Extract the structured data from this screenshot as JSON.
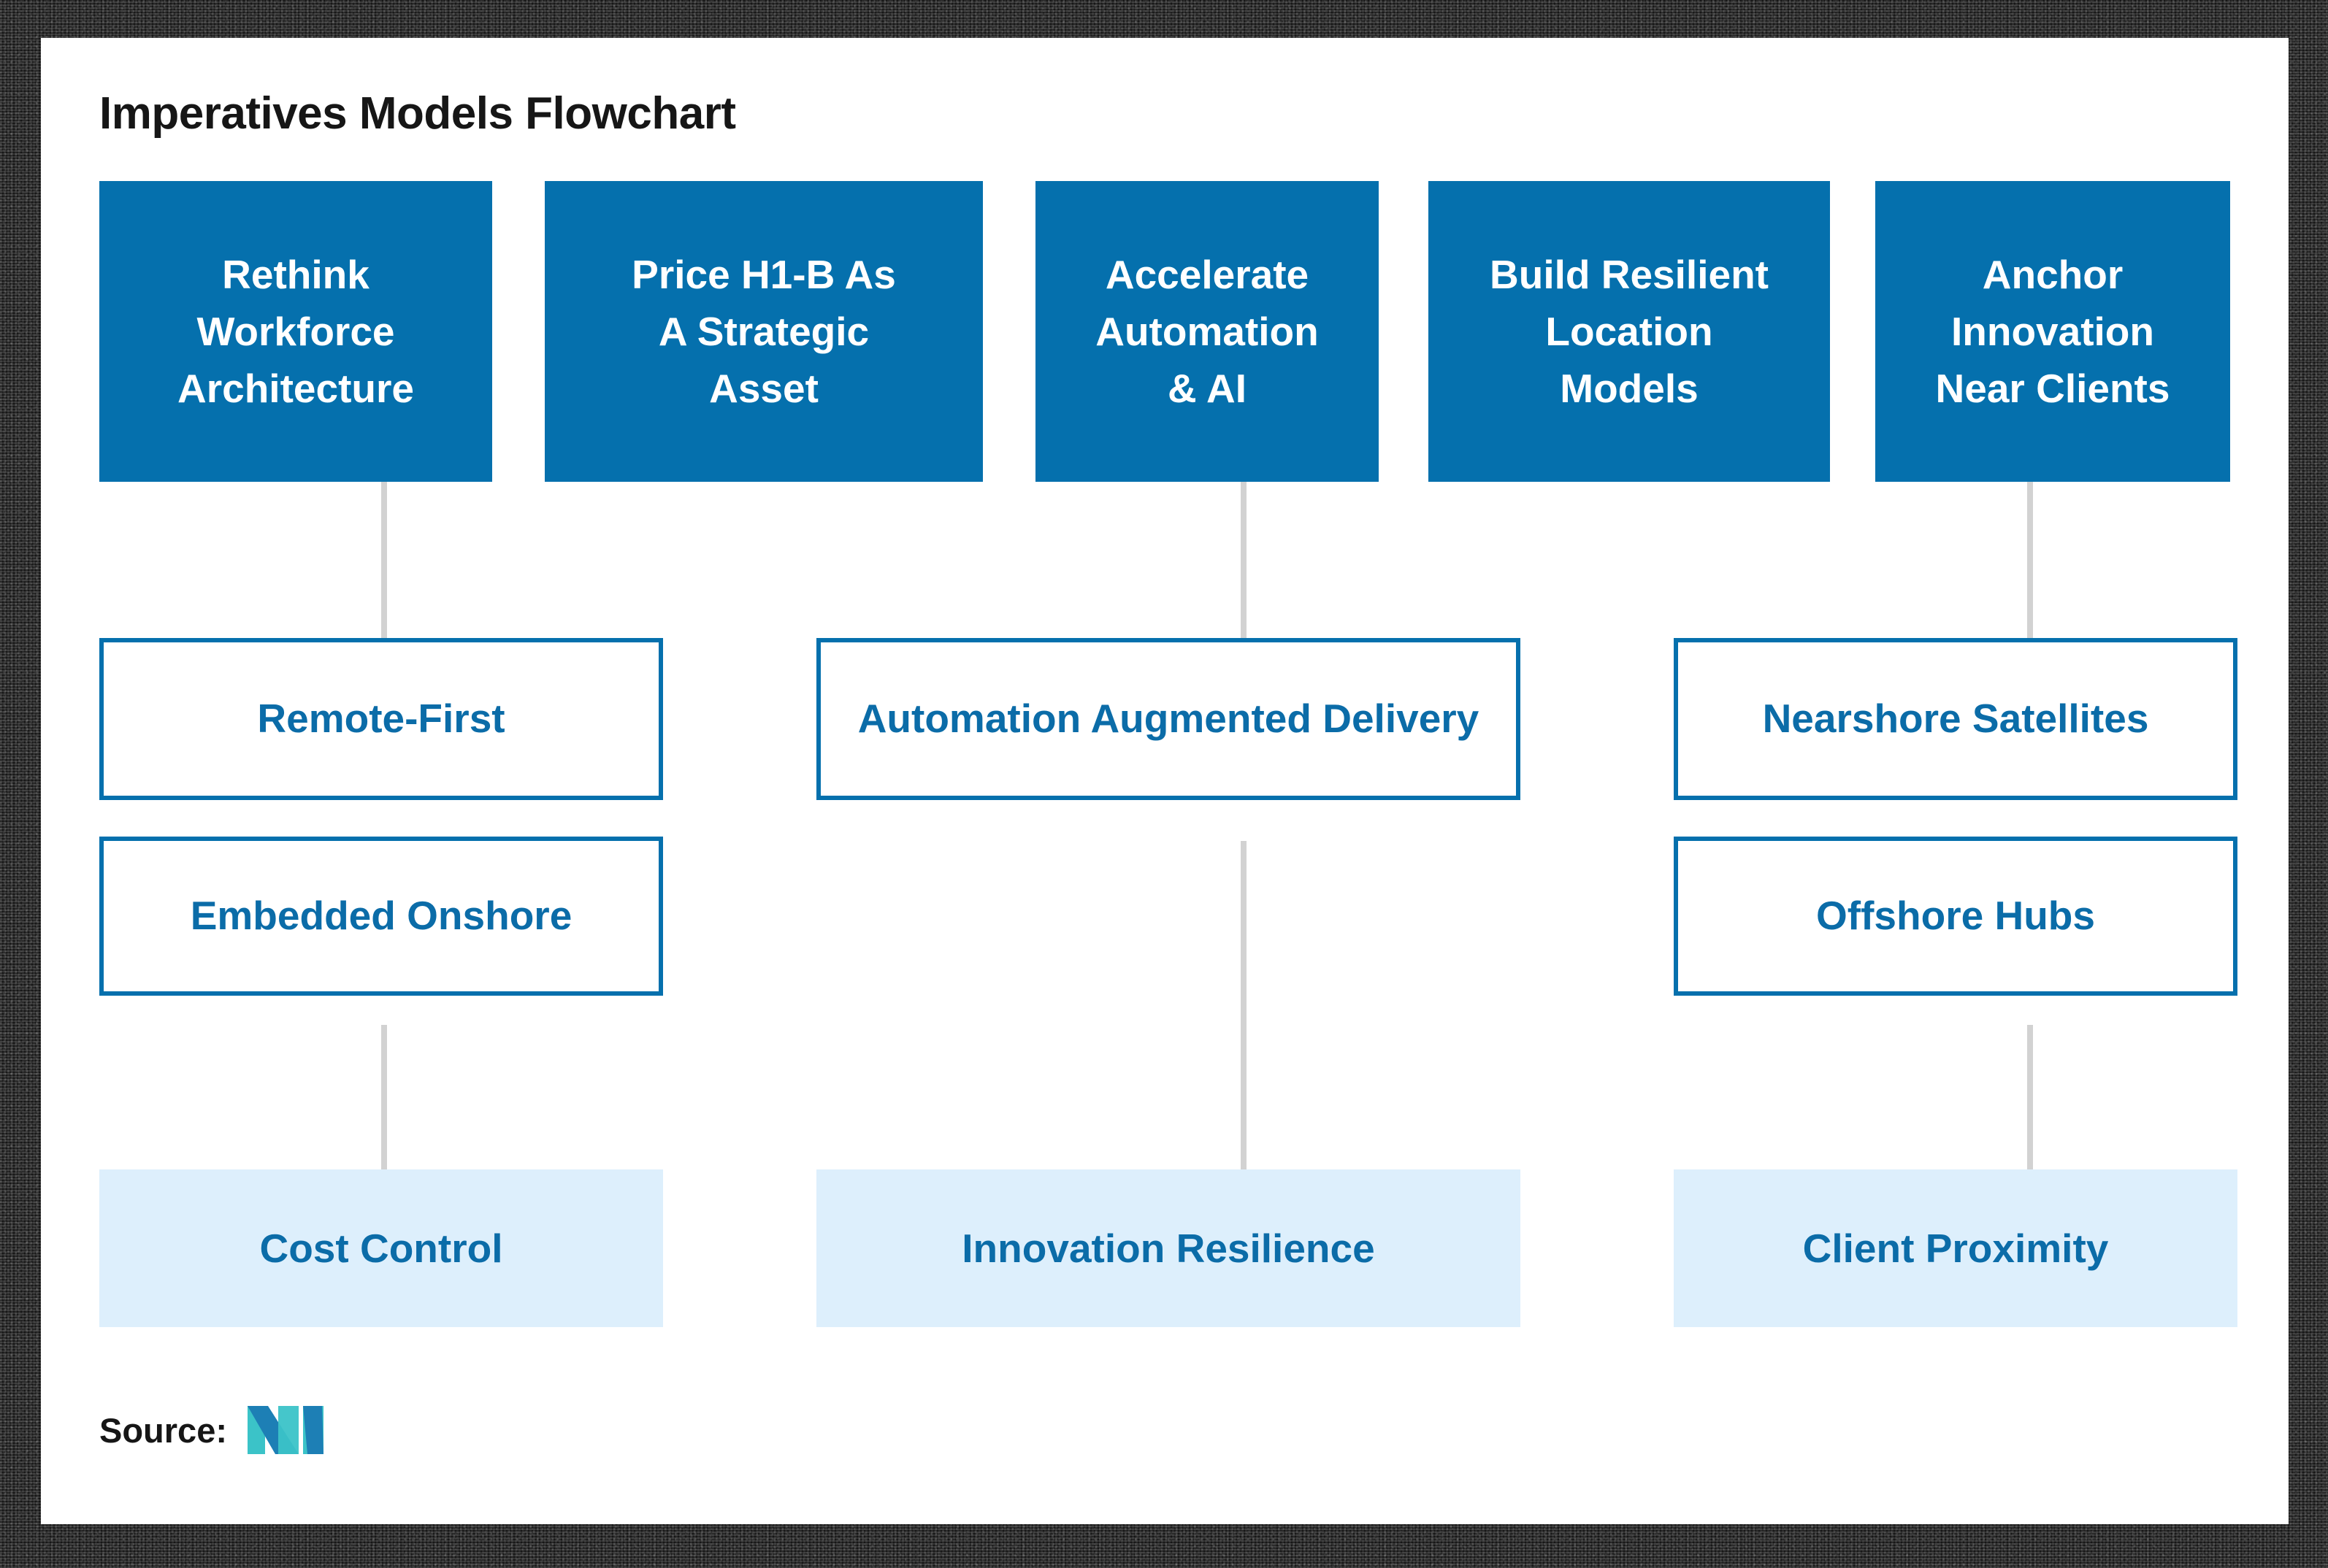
{
  "title": "Imperatives Models Flowchart",
  "colors": {
    "primary_blue": "#0570ad",
    "text_blue": "#0b6ca8",
    "outcome_fill": "#ddeffc",
    "connector_gray": "#d2d2d2",
    "title_black": "#161616",
    "logo_teal": "#3bc3c8",
    "logo_blue": "#1d7fb5",
    "frame_dark": "#1b1b1b"
  },
  "imperatives": [
    {
      "lines": [
        "Rethink",
        "Workforce",
        "Architecture"
      ]
    },
    {
      "lines": [
        "Price H1-B As",
        "A Strategic",
        "Asset"
      ]
    },
    {
      "lines": [
        "Accelerate",
        "Automation",
        "& AI"
      ]
    },
    {
      "lines": [
        "Build Resilient",
        "Location",
        "Models"
      ]
    },
    {
      "lines": [
        "Anchor",
        "Innovation",
        "Near Clients"
      ]
    }
  ],
  "models_tier1": [
    {
      "label": "Remote-First"
    },
    {
      "label": "Automation Augmented Delivery"
    },
    {
      "label": "Nearshore Satellites"
    }
  ],
  "models_tier2": [
    {
      "label": "Embedded Onshore"
    },
    {
      "label": "Offshore Hubs"
    }
  ],
  "outcomes": [
    {
      "label": "Cost Control"
    },
    {
      "label": "Innovation Resilience"
    },
    {
      "label": "Client Proximity"
    }
  ],
  "footer": {
    "source_label": "Source:",
    "logo_name": "mi-logo"
  }
}
